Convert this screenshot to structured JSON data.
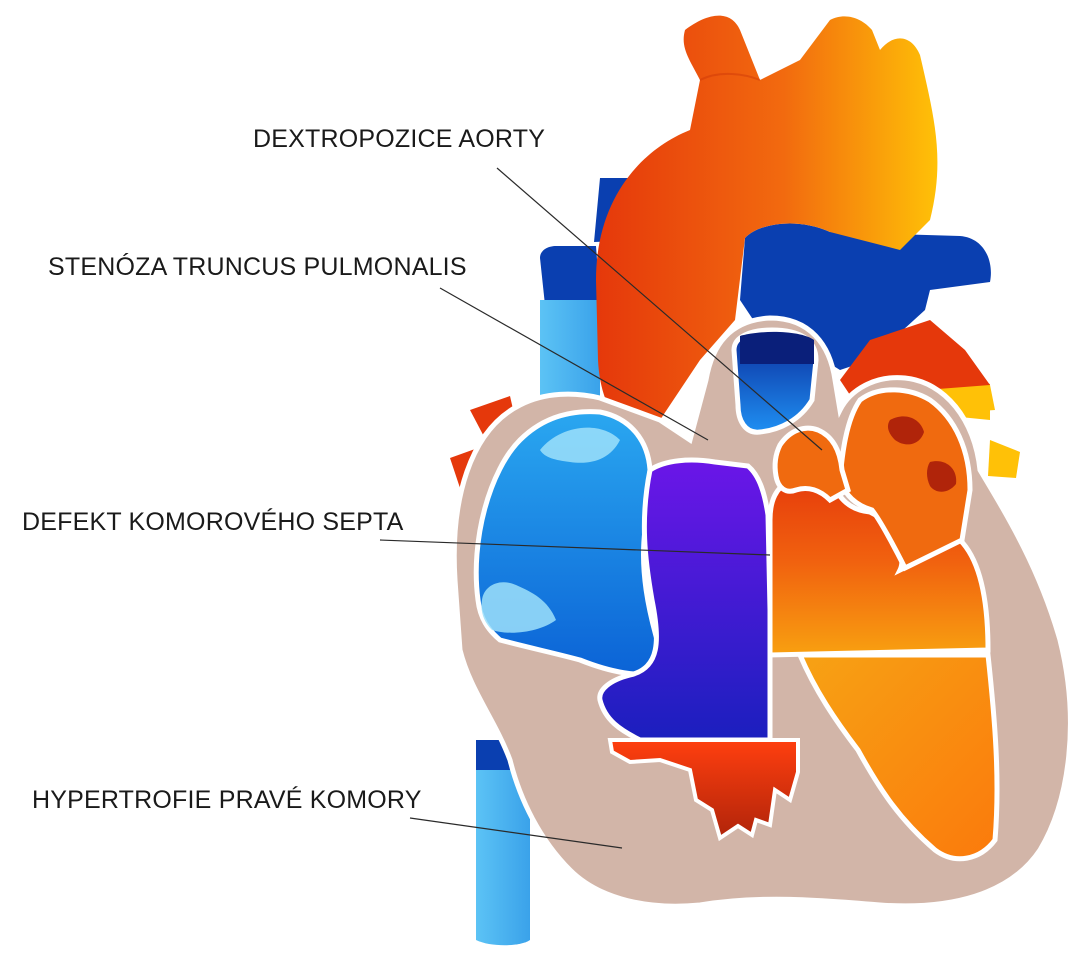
{
  "diagram": {
    "labels": [
      {
        "id": "dextropozice-aorty",
        "text": "DEXTROPOZICE AORTY"
      },
      {
        "id": "stenoza-truncus-pulmonalis",
        "text": "STENÓZA TRUNCUS PULMONALIS"
      },
      {
        "id": "defekt-komoroveho-septa",
        "text": "DEFEKT KOMOROVÉHO SEPTA"
      },
      {
        "id": "hypertrofie-prave-komory",
        "text": "HYPERTROFIE PRAVÉ KOMORY"
      }
    ],
    "colors": {
      "background": "#ffffff",
      "myocardium": "#d2b5a8",
      "myocardium_outline": "#ffffff",
      "deoxygenated_dark": "#0a3fb0",
      "deoxygenated_light": "#4cb6ef",
      "right_ventricle_mix": "#3a14d0",
      "oxygenated_red": "#e5380b",
      "oxygenated_orange": "#f58a12",
      "oxygenated_yellow": "#ffc107",
      "label_text": "#1a1a1a"
    }
  }
}
